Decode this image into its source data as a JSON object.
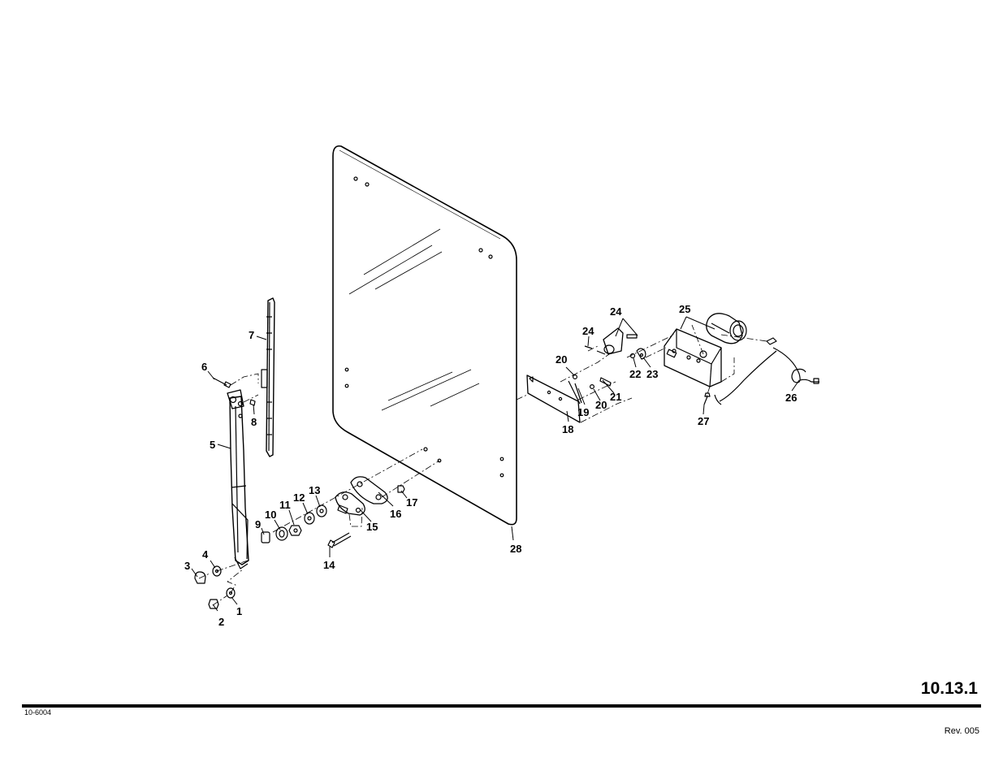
{
  "page_number": "10.13.1",
  "doc_id": "10-6004",
  "revision": "Rev. 005",
  "callouts": [
    {
      "id": "c1",
      "text": "1"
    },
    {
      "id": "c2",
      "text": "2"
    },
    {
      "id": "c3",
      "text": "3"
    },
    {
      "id": "c4",
      "text": "4"
    },
    {
      "id": "c5",
      "text": "5"
    },
    {
      "id": "c6",
      "text": "6"
    },
    {
      "id": "c7",
      "text": "7"
    },
    {
      "id": "c8",
      "text": "8"
    },
    {
      "id": "c9",
      "text": "9"
    },
    {
      "id": "c10",
      "text": "10"
    },
    {
      "id": "c11",
      "text": "11"
    },
    {
      "id": "c12",
      "text": "12"
    },
    {
      "id": "c13",
      "text": "13"
    },
    {
      "id": "c14",
      "text": "14"
    },
    {
      "id": "c15",
      "text": "15"
    },
    {
      "id": "c16",
      "text": "16"
    },
    {
      "id": "c17",
      "text": "17"
    },
    {
      "id": "c18",
      "text": "18"
    },
    {
      "id": "c19",
      "text": "19"
    },
    {
      "id": "c20a",
      "text": "20"
    },
    {
      "id": "c20b",
      "text": "20"
    },
    {
      "id": "c21",
      "text": "21"
    },
    {
      "id": "c22",
      "text": "22"
    },
    {
      "id": "c23",
      "text": "23"
    },
    {
      "id": "c24a",
      "text": "24"
    },
    {
      "id": "c24b",
      "text": "24"
    },
    {
      "id": "c25",
      "text": "25"
    },
    {
      "id": "c26",
      "text": "26"
    },
    {
      "id": "c27",
      "text": "27"
    },
    {
      "id": "c28",
      "text": "28"
    }
  ]
}
